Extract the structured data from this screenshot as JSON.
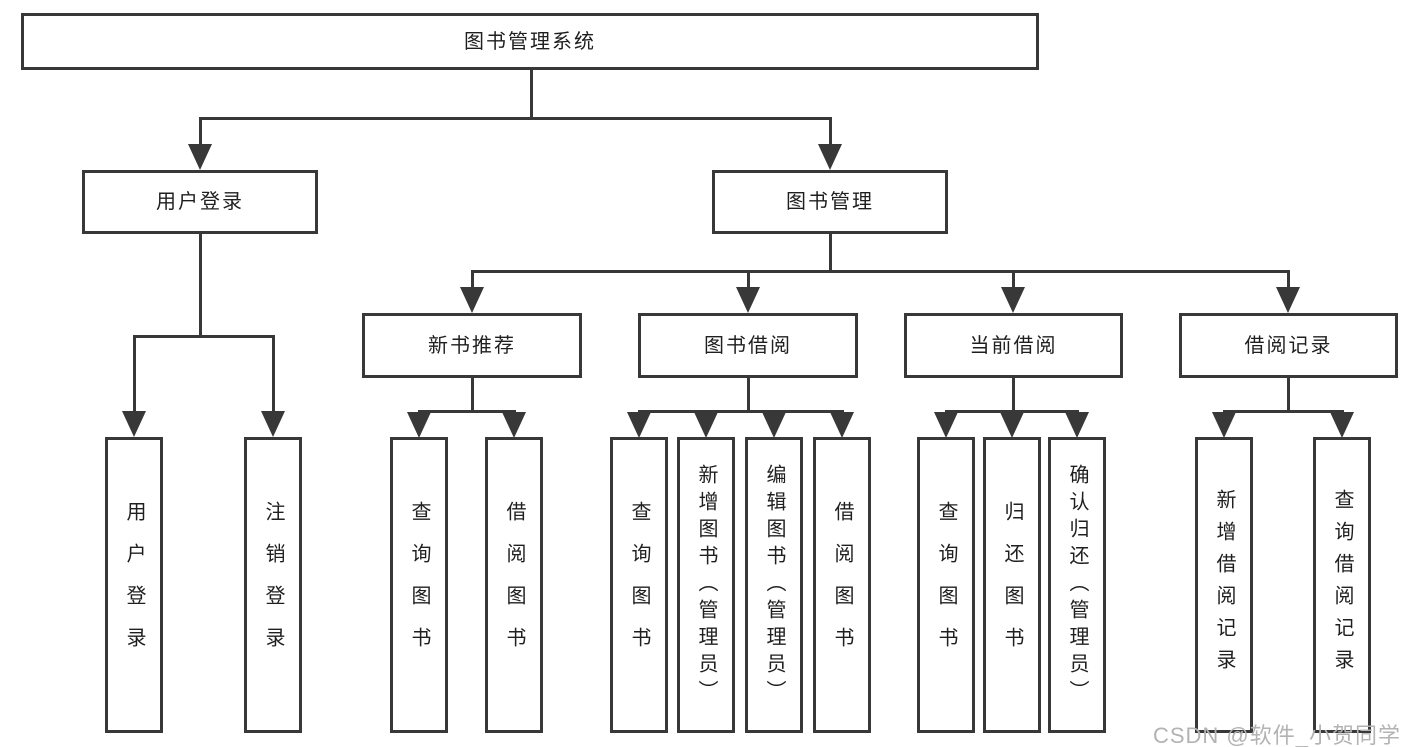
{
  "diagram": {
    "type": "tree",
    "root": {
      "label": "图书管理系统",
      "children": [
        {
          "label": "用户登录",
          "children": [
            {
              "label": "用户登录"
            },
            {
              "label": "注销登录"
            }
          ]
        },
        {
          "label": "图书管理",
          "children": [
            {
              "label": "新书推荐",
              "children": [
                {
                  "label": "查询图书"
                },
                {
                  "label": "借阅图书"
                }
              ]
            },
            {
              "label": "图书借阅",
              "children": [
                {
                  "label": "查询图书"
                },
                {
                  "label": "新增图书（管理员）"
                },
                {
                  "label": "编辑图书（管理员）"
                },
                {
                  "label": "借阅图书"
                }
              ]
            },
            {
              "label": "当前借阅",
              "children": [
                {
                  "label": "查询图书"
                },
                {
                  "label": "归还图书"
                },
                {
                  "label": "确认归还（管理员）"
                }
              ]
            },
            {
              "label": "借阅记录",
              "children": [
                {
                  "label": "新增借阅记录"
                },
                {
                  "label": "查询借阅记录"
                }
              ]
            }
          ]
        }
      ]
    },
    "watermark": "CSDN @软件_小贺同学",
    "colors": {
      "line": "#383838",
      "text": "#1f1f1f",
      "watermark": "#b3b3b3",
      "background": "#ffffff"
    }
  }
}
